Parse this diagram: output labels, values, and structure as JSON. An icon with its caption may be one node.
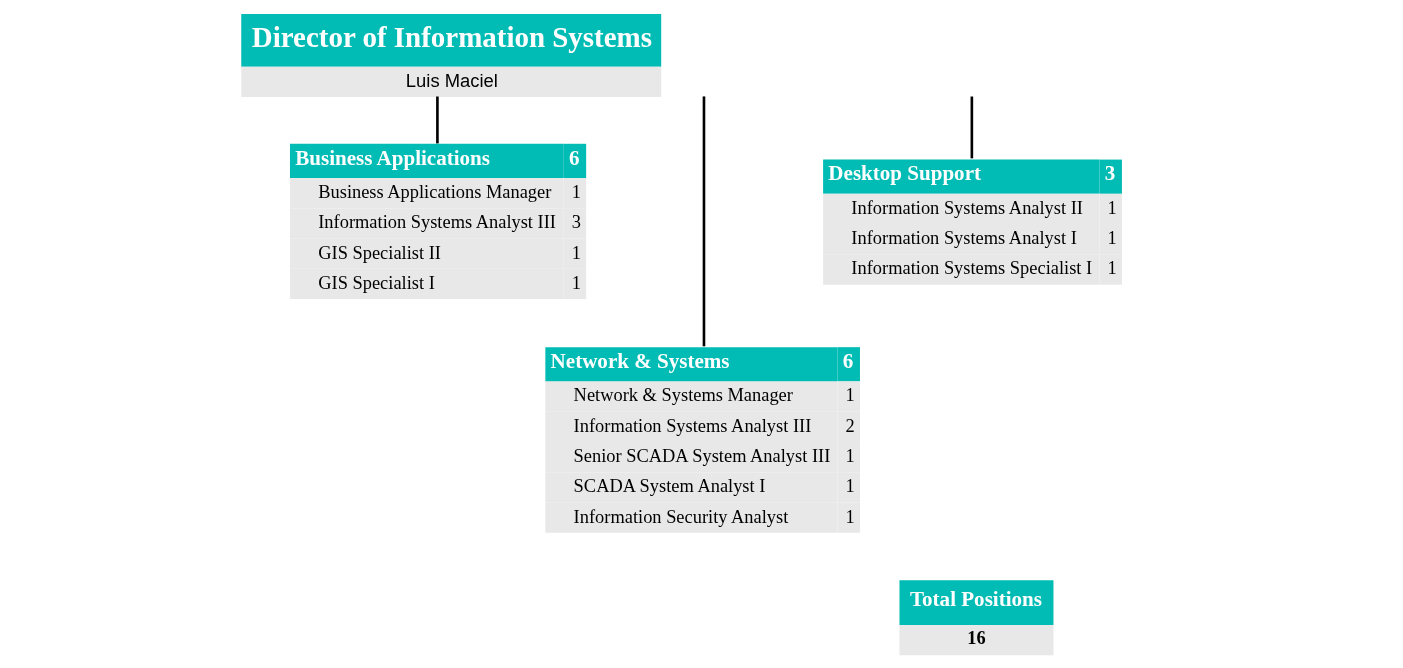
{
  "diagram": {
    "nodes": [
      {
        "text": [
          "Director of Information Systems",
          "Luis Maciel"
        ]
      },
      {
        "text": [
          "Business Applications",
          "6",
          "Business Applications Manager",
          "1",
          "Information Systems Analyst III",
          "3",
          "GIS Specialist II",
          "1",
          "GIS Specialist I",
          "1"
        ]
      },
      {
        "text": [
          "Network & Systems",
          "6",
          "Network & Systems Manager",
          "1",
          "Information Systems Analyst III",
          "2",
          "Senior SCADA System Analyst III",
          "1",
          "SCADA System Analyst I",
          "1",
          "Information Security Analyst",
          "1"
        ]
      },
      {
        "text": [
          "Desktop Support",
          "3",
          "Information Systems Analyst II",
          "1",
          "Information Systems Analyst I",
          "1",
          "Information Systems Specialist I",
          "1"
        ]
      },
      {
        "text": [
          "Total Positions",
          "16"
        ]
      }
    ],
    "edges": [
      {
        "from": 0,
        "to": 1,
        "arrow": "none"
      },
      {
        "from": 0,
        "to": 2,
        "arrow": "none"
      },
      {
        "from": 0,
        "to": 3,
        "arrow": "none"
      }
    ]
  }
}
